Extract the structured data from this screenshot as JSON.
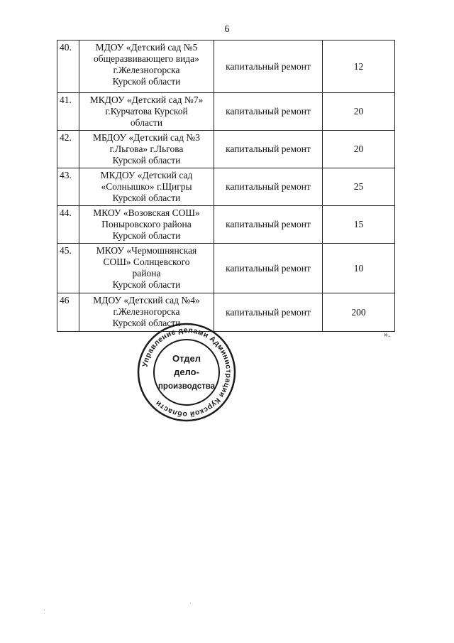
{
  "page_number": "6",
  "rows": [
    {
      "num": "40.",
      "name": "МДОУ «Детский сад №5\nобщеразвивающего вида»\nг.Железногорска\nКурской области",
      "work": "капитальный ремонт",
      "cost": "12"
    },
    {
      "num": "41.",
      "name": "МКДОУ «Детский сад №7»\nг.Курчатова Курской\nобласти",
      "work": "капитальный ремонт",
      "cost": "20"
    },
    {
      "num": "42.",
      "name": "МБДОУ «Детский сад №3\nг.Льгова» г.Льгова\nКурской области",
      "work": "капитальный ремонт",
      "cost": "20"
    },
    {
      "num": "43.",
      "name": "МКДОУ «Детский сад\n«Солнышко» г.Щигры\nКурской области",
      "work": "капитальный ремонт",
      "cost": "25"
    },
    {
      "num": "44.",
      "name": "МКОУ «Возовская СОШ»\nПоныровского района\nКурской области",
      "work": "капитальный ремонт",
      "cost": "15"
    },
    {
      "num": "45.",
      "name": "МКОУ «Чермошнянская\nСОШ» Солнцевского\nрайона\nКурской области",
      "work": "капитальный ремонт",
      "cost": "10"
    },
    {
      "num": "46",
      "name": "МДОУ «Детский сад №4»\nг.Железногорска\nКурской области",
      "work": "капитальный ремонт",
      "cost": "200"
    }
  ],
  "closing_mark": "».",
  "stamp": {
    "ring_text": "Управление делами Администрации Курской области",
    "center_lines": [
      "Отдел",
      "дело-",
      "производства"
    ],
    "color": "#1a1a1a"
  }
}
